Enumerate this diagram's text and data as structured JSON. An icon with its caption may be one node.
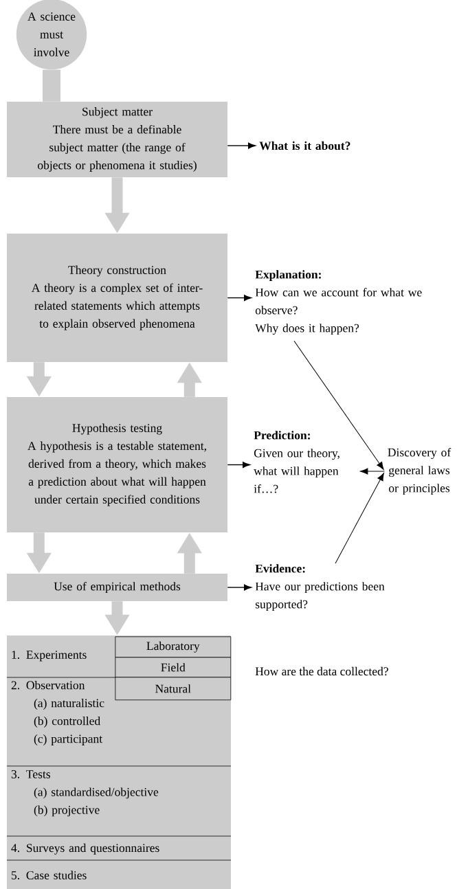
{
  "diagram": {
    "nodes": [
      {
        "text": [
          "A science must involve"
        ]
      },
      {
        "text": [
          "Subject matter",
          "There must be a definable subject matter (the range of objects or phenomena it studies)"
        ]
      },
      {
        "text": [
          "What is it about?"
        ]
      },
      {
        "text": [
          "Theory construction",
          "A theory is a complex set of inter-related statements which attempts to explain observed phenomena"
        ]
      },
      {
        "text": [
          "Explanation:",
          "How can we account for what we observe?",
          "Why does it happen?"
        ]
      },
      {
        "text": [
          "Hypothesis testing",
          "A hypothesis is a testable statement, derived from a theory, which makes a prediction about what will happen under certain specified conditions"
        ]
      },
      {
        "text": [
          "Prediction:",
          "Given our theory, what will happen if…?"
        ]
      },
      {
        "text": [
          "Discovery of general laws or principles"
        ]
      },
      {
        "text": [
          "Use of empirical methods"
        ]
      },
      {
        "text": [
          "Evidence:",
          "Have our predictions been supported?"
        ]
      },
      {
        "text": [],
        "shape": "box"
      },
      {
        "text": [
          "1. Experiments"
        ],
        "in": 10
      },
      {
        "text": [
          "Laboratory"
        ],
        "in": 10
      },
      {
        "text": [
          "Field"
        ],
        "in": 10
      },
      {
        "text": [
          "Natural"
        ],
        "in": 10
      },
      {
        "text": [
          "2. Observation",
          "(a) naturalistic",
          "(b) controlled",
          "(c) participant"
        ],
        "in": 10
      },
      {
        "text": [
          "3. Tests",
          "(a) standardised/objective",
          "(b) projective"
        ],
        "in": 10
      },
      {
        "text": [
          "4. Surveys and questionnaires"
        ],
        "in": 10
      },
      {
        "text": [
          "5. Case studies"
        ],
        "in": 10
      }
    ],
    "edges": [
      {
        "from": 0,
        "to": 1,
        "arrow": "none",
        "style": "thick",
        "color": "#cccccc"
      },
      {
        "from": 1,
        "to": 2,
        "arrow": "to",
        "color": "#000000"
      },
      {
        "from": 1,
        "to": 3,
        "arrow": "to",
        "style": "thick",
        "color": "#cccccc"
      },
      {
        "from": 3,
        "to": 4,
        "arrow": "to",
        "color": "#000000"
      },
      {
        "from": 3,
        "to": 5,
        "arrow": "to",
        "style": "thick",
        "color": "#cccccc"
      },
      {
        "from": 5,
        "to": 3,
        "arrow": "to",
        "style": "thick",
        "color": "#cccccc"
      },
      {
        "from": 5,
        "to": 6,
        "arrow": "to",
        "color": "#000000"
      },
      {
        "from": 5,
        "to": 8,
        "arrow": "to",
        "style": "thick",
        "color": "#cccccc"
      },
      {
        "from": 8,
        "to": 5,
        "arrow": "to",
        "style": "thick",
        "color": "#cccccc"
      },
      {
        "from": 8,
        "to": 9,
        "arrow": "to",
        "color": "#000000"
      },
      {
        "from": 8,
        "to": 10,
        "arrow": "to",
        "style": "thick",
        "color": "#cccccc"
      },
      {
        "from": 4,
        "to": 7,
        "arrow": "to",
        "color": "#000000"
      },
      {
        "from": 7,
        "to": 6,
        "arrow": "to",
        "color": "#000000"
      },
      {
        "from": 9,
        "to": 7,
        "arrow": "to",
        "color": "#000000"
      }
    ],
    "labels": [
      "How are the data collected?"
    ]
  }
}
